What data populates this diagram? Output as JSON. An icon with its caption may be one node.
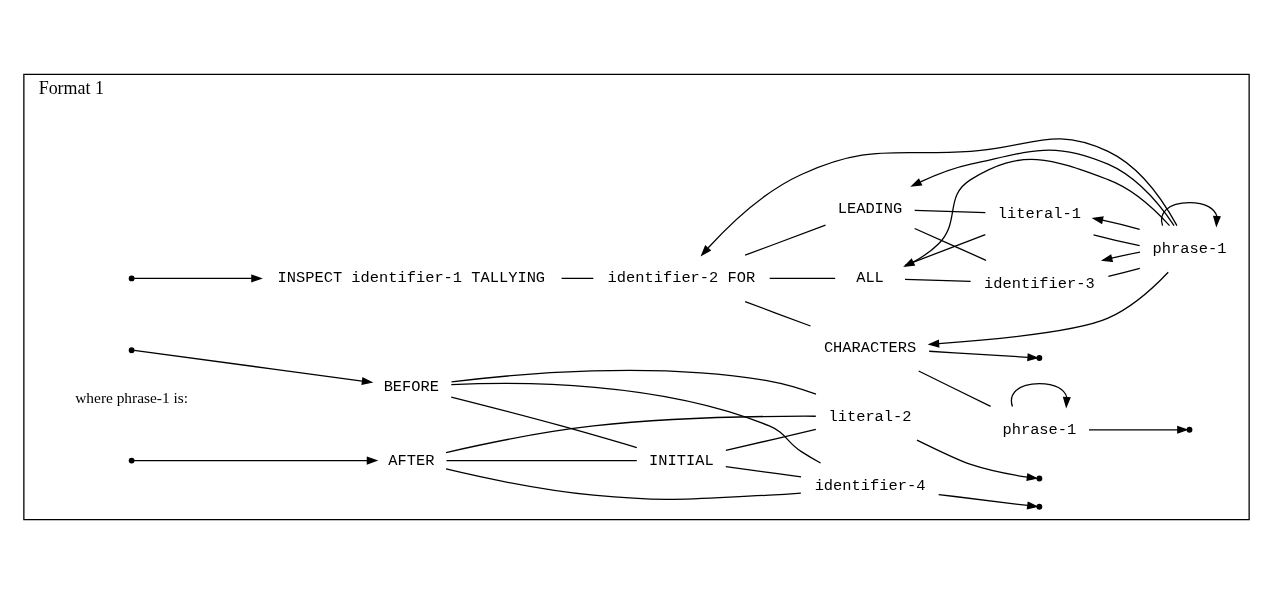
{
  "diagram": {
    "nodes": [
      {
        "text": [
          "Format 1"
        ]
      },
      {
        "text": [
          "INSPECT identifier-1 TALLYING"
        ],
        "in": 0
      },
      {
        "text": [
          "identifier-2 FOR"
        ],
        "in": 0
      },
      {
        "text": [
          "CHARACTERS"
        ],
        "in": 0
      },
      {
        "text": [
          "phrase-1"
        ],
        "in": 0
      },
      {
        "text": [
          "ALL"
        ],
        "in": 0
      },
      {
        "text": [
          "LEADING"
        ],
        "in": 0
      },
      {
        "text": [
          "identifier-3"
        ],
        "in": 0
      },
      {
        "text": [
          "literal-1"
        ],
        "in": 0
      },
      {
        "text": [
          "phrase-1"
        ],
        "in": 0
      },
      {
        "text": [
          "BEFORE"
        ],
        "in": 0
      },
      {
        "text": [
          "AFTER"
        ],
        "in": 0
      },
      {
        "text": [
          "INITIAL"
        ],
        "in": 0
      },
      {
        "text": [
          "identifier-4"
        ],
        "in": 0
      },
      {
        "text": [
          "literal-2"
        ],
        "in": 0
      }
    ],
    "edges": [
      {
        "from": null,
        "to": 1,
        "arrow": "to"
      },
      {
        "from": 1,
        "to": 2,
        "arrow": "none"
      },
      {
        "from": 2,
        "to": 3,
        "arrow": "none"
      },
      {
        "from": 2,
        "to": 5,
        "arrow": "none"
      },
      {
        "from": 2,
        "to": 6,
        "arrow": "none"
      },
      {
        "from": 3,
        "to": 4,
        "arrow": "none"
      },
      {
        "from": 4,
        "to": 4,
        "arrow": "to"
      },
      {
        "from": 3,
        "to": null,
        "arrow": "to"
      },
      {
        "from": 4,
        "to": null,
        "arrow": "to"
      },
      {
        "from": 5,
        "to": 7,
        "arrow": "none"
      },
      {
        "from": 5,
        "to": 8,
        "arrow": "none"
      },
      {
        "from": 6,
        "to": 7,
        "arrow": "none"
      },
      {
        "from": 6,
        "to": 8,
        "arrow": "none"
      },
      {
        "from": 7,
        "to": 9,
        "arrow": "none"
      },
      {
        "from": 8,
        "to": 9,
        "arrow": "none"
      },
      {
        "from": 9,
        "to": 9,
        "arrow": "to"
      },
      {
        "from": 9,
        "to": 7,
        "arrow": "to"
      },
      {
        "from": 9,
        "to": 8,
        "arrow": "to"
      },
      {
        "from": 9,
        "to": 3,
        "arrow": "to"
      },
      {
        "from": 9,
        "to": 5,
        "arrow": "to"
      },
      {
        "from": 9,
        "to": 6,
        "arrow": "to"
      },
      {
        "from": 9,
        "to": 2,
        "arrow": "to"
      },
      {
        "from": null,
        "to": 10,
        "arrow": "to"
      },
      {
        "from": null,
        "to": 11,
        "arrow": "to"
      },
      {
        "from": 10,
        "to": 12,
        "arrow": "none"
      },
      {
        "from": 11,
        "to": 12,
        "arrow": "none"
      },
      {
        "from": 10,
        "to": 13,
        "arrow": "none"
      },
      {
        "from": 10,
        "to": 14,
        "arrow": "none"
      },
      {
        "from": 11,
        "to": 13,
        "arrow": "none"
      },
      {
        "from": 11,
        "to": 14,
        "arrow": "none"
      },
      {
        "from": 12,
        "to": 13,
        "arrow": "none"
      },
      {
        "from": 12,
        "to": 14,
        "arrow": "none"
      },
      {
        "from": 13,
        "to": null,
        "arrow": "to"
      },
      {
        "from": 14,
        "to": null,
        "arrow": "to"
      }
    ],
    "labels": [
      "where phrase-1 is:"
    ]
  }
}
